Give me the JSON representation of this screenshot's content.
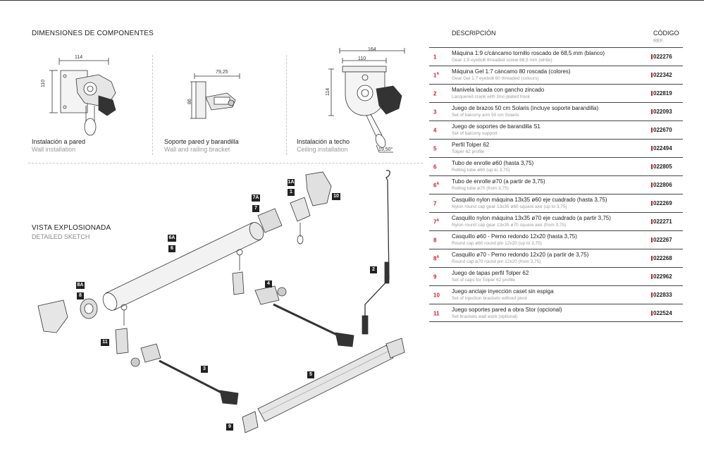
{
  "section_dimensions": {
    "title": "DIMENSIONES DE COMPONENTES"
  },
  "section_exploded": {
    "title": "VISTA EXPLOSIONADA",
    "subtitle": "DETAILED SKETCH"
  },
  "installations": [
    {
      "es": "Instalación a pared",
      "en": "Wall installation"
    },
    {
      "es": "Soporte pared y barandilla",
      "en": "Wall and railing bracket"
    },
    {
      "es": "Instalación a techo",
      "en": "Ceiling installation"
    }
  ],
  "dims": {
    "wall_w": "114",
    "wall_h": "110",
    "bracket_w": "79,25",
    "bracket_h": "86",
    "ceil_w_outer": "164",
    "ceil_w_inner": "110",
    "ceil_h": "114",
    "ceil_angle": "19,50°"
  },
  "callouts": [
    "1A",
    "1",
    "10",
    "7A",
    "7",
    "6A",
    "6",
    "2",
    "8A",
    "8",
    "4",
    "11",
    "3",
    "5",
    "9"
  ],
  "table": {
    "header_desc": "DESCRIPCIÓN",
    "header_code": "CÓDIGO",
    "header_ref": "REF.",
    "accent_color": "#d0202a",
    "rows": [
      {
        "num": "1",
        "sup": "",
        "es": "Máquina 1:9 c/cáncamo tornillo roscado de 68,5 mm (blanco)",
        "en": "Gear 1:9 eyebolt threaded screw 68,5 mm (white)",
        "code": "022276"
      },
      {
        "num": "1",
        "sup": "A",
        "es": "Máquina Gel 1:7 cáncamo 80 roscada (colores)",
        "en": "Gear Gel 1:7 eyebolt 80 threaded (colours)",
        "code": "022342"
      },
      {
        "num": "2",
        "sup": "",
        "es": "Manivela lacada con gancho zincado",
        "en": "Lacquered crank with zinc-plated hook",
        "code": "022819"
      },
      {
        "num": "3",
        "sup": "",
        "es": "Juego de brazos 50 cm Solaris (incluye soporte barandilla)",
        "en": "Set of balcony arm 50 cm Solaris",
        "code": "022093"
      },
      {
        "num": "4",
        "sup": "",
        "es": "Juego de soportes de barandilla S1",
        "en": "Set of balcony support",
        "code": "022670"
      },
      {
        "num": "5",
        "sup": "",
        "es": "Perfil Tolper 62",
        "en": "Tolper 62 profile",
        "code": "022494"
      },
      {
        "num": "6",
        "sup": "",
        "es": "Tubo de enrolle ø60 (hasta 3,75)",
        "en": "Rolling tube ø60 (up to 3,75)",
        "code": "022805"
      },
      {
        "num": "6",
        "sup": "A",
        "es": "Tubo de enrolle ø70 (a partir de 3,75)",
        "en": "Rolling tube ø70 (from 3,75)",
        "code": "022806"
      },
      {
        "num": "7",
        "sup": "",
        "es": "Casquillo nylon máquina 13x35 ø60 eje cuadrado (hasta 3,75)",
        "en": "Nylon round cap gear 13x35 ø60 square axe (up to 3,75)",
        "code": "022269"
      },
      {
        "num": "7",
        "sup": "A",
        "es": "Casquillo nylon máquina 13x35 ø70 eje cuadrado (a partir 3,75)",
        "en": "Nylon round cap gear 13x35 ø70 square axe (from 3,75)",
        "code": "022271"
      },
      {
        "num": "8",
        "sup": "",
        "es": "Casquillo ø60 - Perno redondo 12x20 (hasta 3,75)",
        "en": "Round cap ø60 round pin 12x20 (up to 3,75)",
        "code": "022267"
      },
      {
        "num": "8",
        "sup": "A",
        "es": "Casquillo ø70 - Perno redondo 12x20 (a partir de 3,75)",
        "en": "Round cap ø70 round pin 12x20 (from 3,75)",
        "code": "022268"
      },
      {
        "num": "9",
        "sup": "",
        "es": "Juego de tapas perfil Tolper 62",
        "en": "Set of caps for Tolper 62 profile",
        "code": "022962"
      },
      {
        "num": "10",
        "sup": "",
        "es": "Juego anclaje inyección caset sin espiga",
        "en": "Set of injection brackets without pivot",
        "code": "022833"
      },
      {
        "num": "11",
        "sup": "",
        "es": "Juego  soportes pared a obra Stor (opcional)",
        "en": "Set brackets wall work (optional)",
        "code": "022524"
      }
    ]
  }
}
